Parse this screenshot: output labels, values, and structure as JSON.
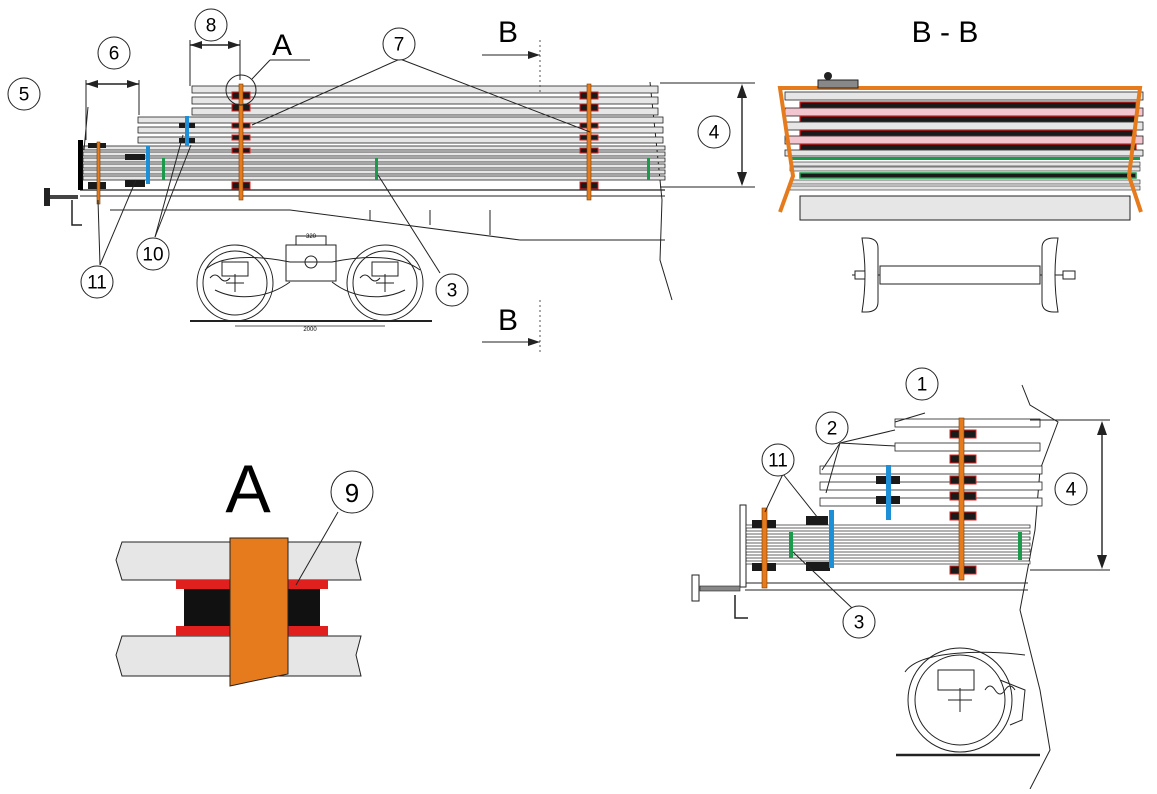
{
  "labels": {
    "section_line_top": "B",
    "section_line_bottom": "B",
    "section_view_title": "B - B",
    "detail_marker": "A",
    "detail_title": "A"
  },
  "callouts": {
    "c1": "1",
    "c2": "2",
    "c3_main": "3",
    "c3_view2": "3",
    "c4_main": "4",
    "c4_view2": "4",
    "c5": "5",
    "c6": "6",
    "c7": "7",
    "c8": "8",
    "c9": "9",
    "c10": "10",
    "c11_main": "11",
    "c11_view2": "11"
  },
  "bogie_labels": {
    "top_dim": "320",
    "base_dim": "2000"
  },
  "colors": {
    "board_fill": "#e6e6e6",
    "board_stroke": "#222222",
    "spacer_dark": "#1a1a1a",
    "spacer_red": "#e0201f",
    "post_orange": "#e57b1c",
    "clip_blue": "#1c8fd6",
    "clip_green": "#1a9a4a",
    "cap_pink": "#f3c6cf"
  }
}
